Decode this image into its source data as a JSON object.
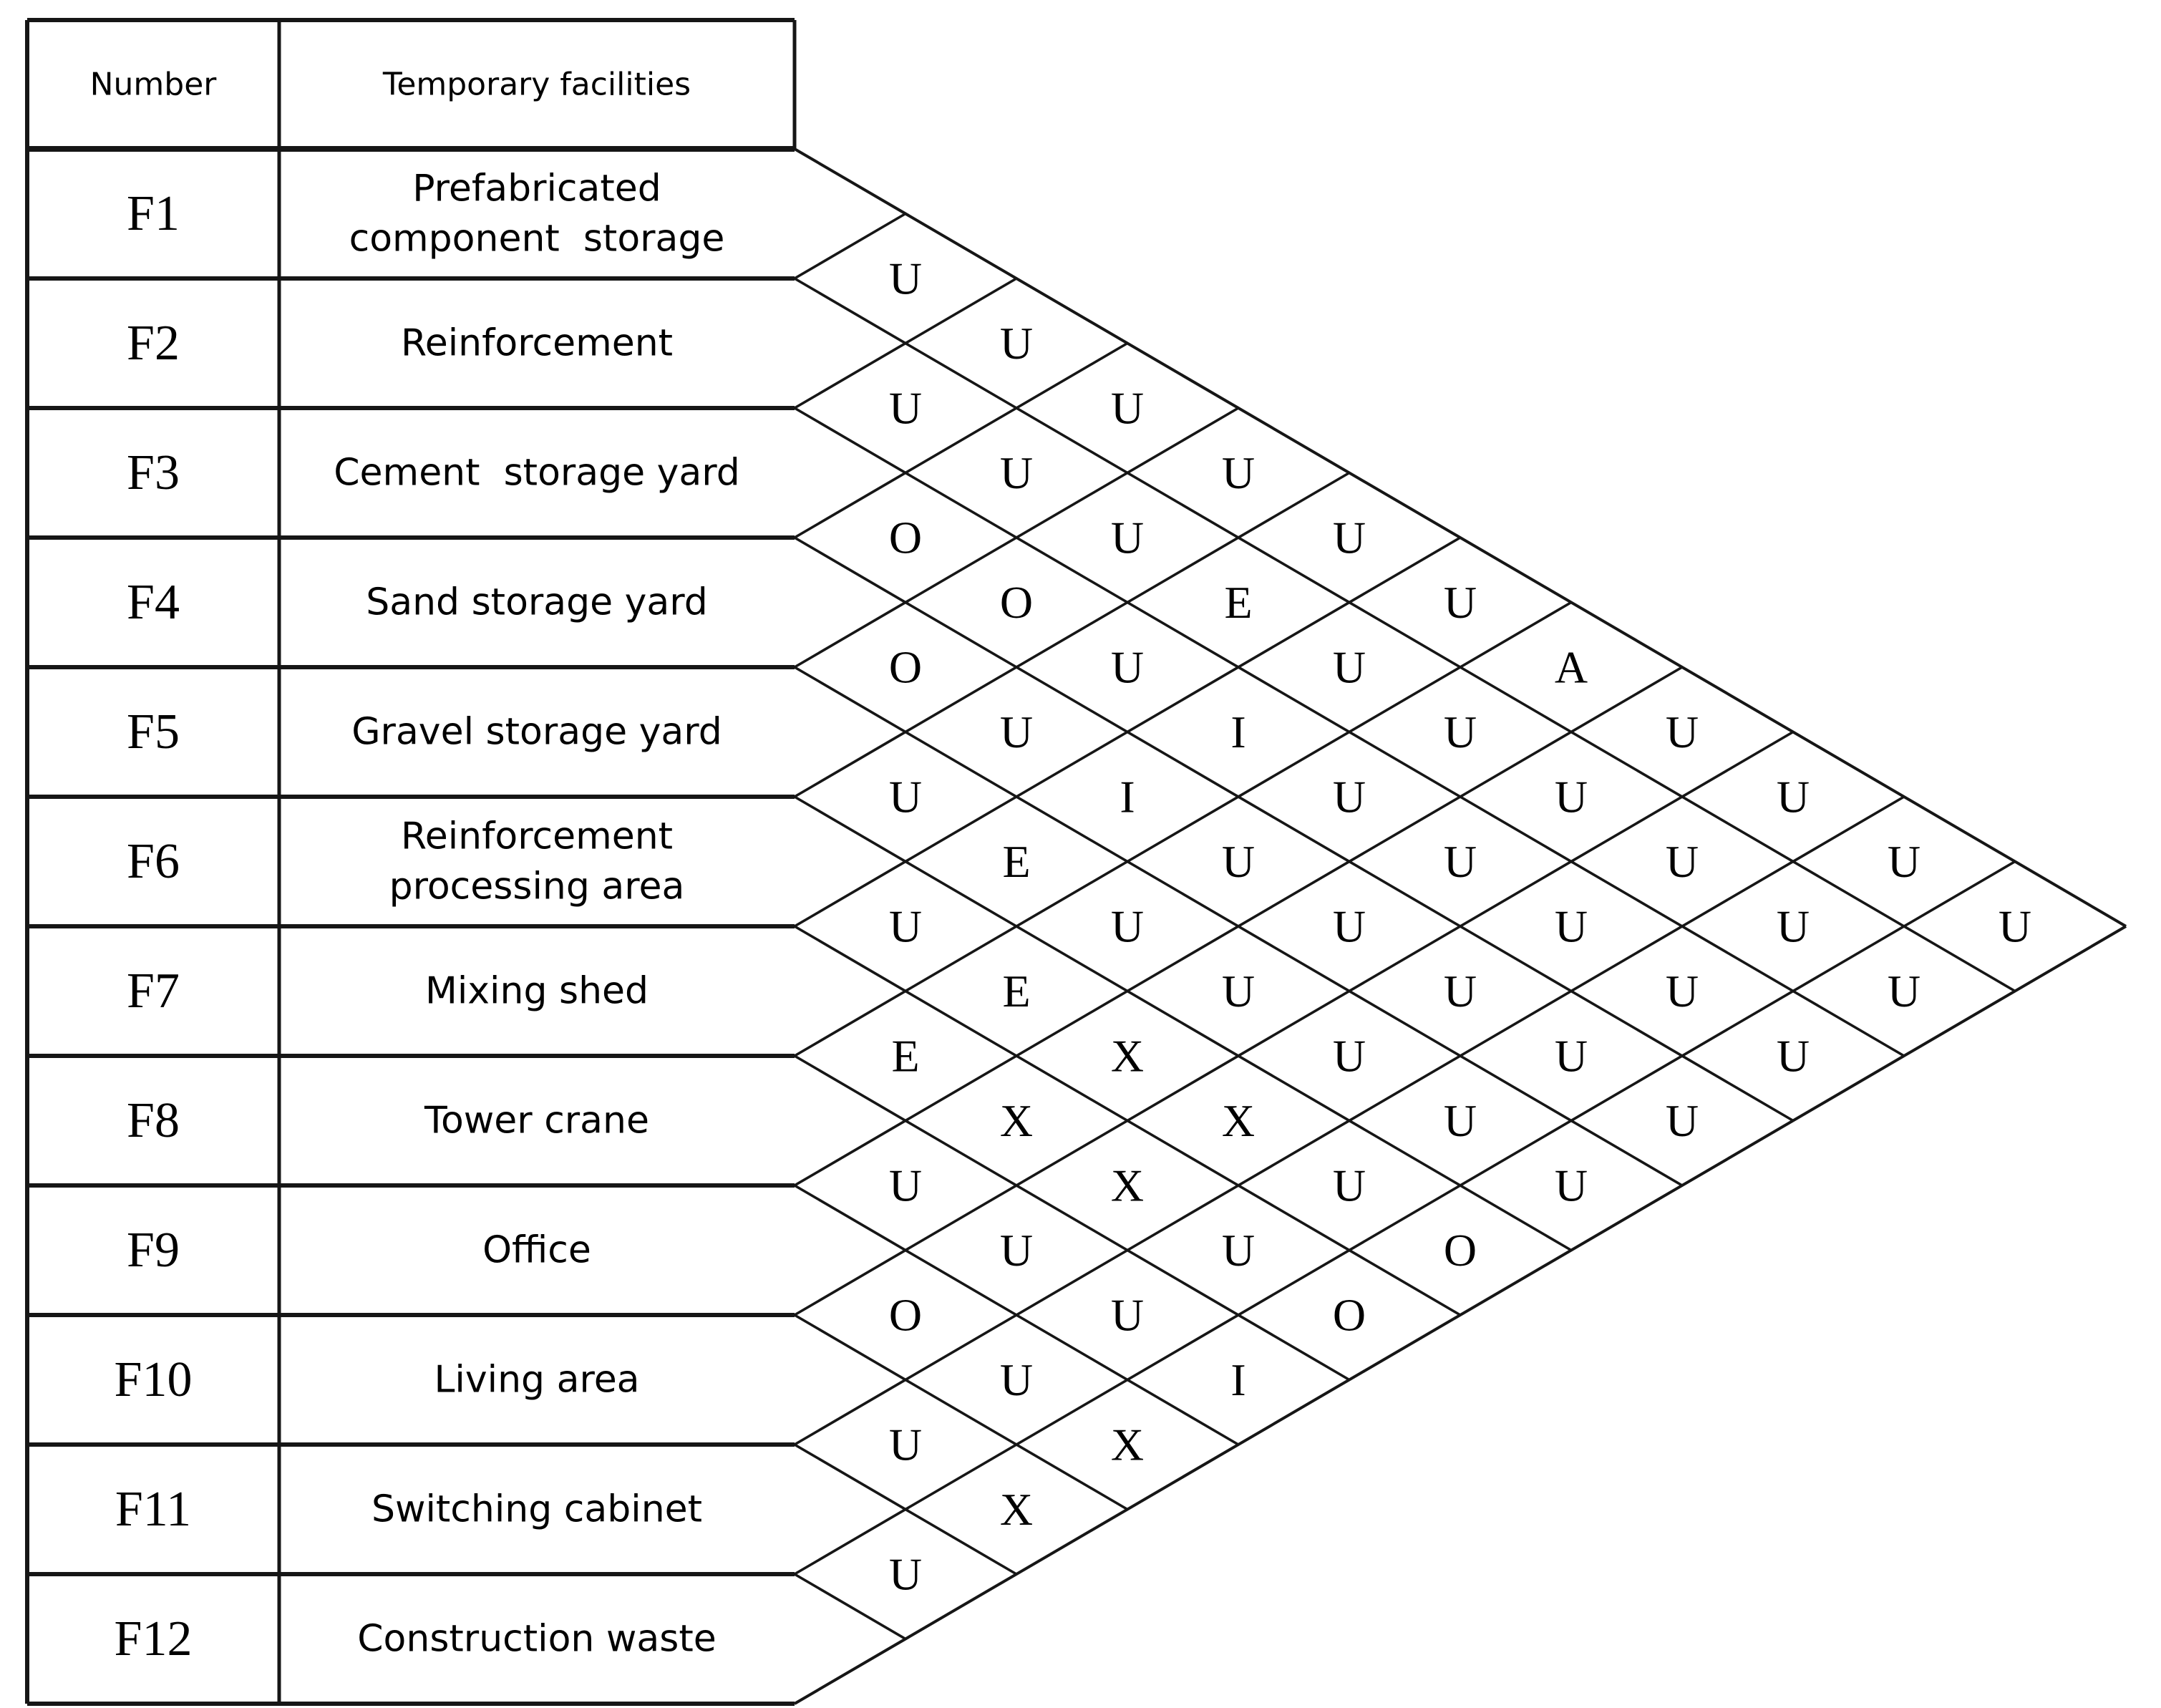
{
  "diagram": {
    "kind": "activity-relationship-chart",
    "header": {
      "col_number": "Number",
      "col_facilities": "Temporary facilities"
    }
  },
  "table": {
    "headers": [
      "Number",
      "Temporary facilities"
    ],
    "rows": [
      {
        "number": "F1",
        "name_lines": [
          "Prefabricated",
          "component  storage"
        ]
      },
      {
        "number": "F2",
        "name_lines": [
          "Reinforcement"
        ]
      },
      {
        "number": "F3",
        "name_lines": [
          "Cement  storage yard"
        ]
      },
      {
        "number": "F4",
        "name_lines": [
          "Sand storage yard"
        ]
      },
      {
        "number": "F5",
        "name_lines": [
          "Gravel storage yard"
        ]
      },
      {
        "number": "F6",
        "name_lines": [
          "Reinforcement",
          "processing area"
        ]
      },
      {
        "number": "F7",
        "name_lines": [
          "Mixing shed"
        ]
      },
      {
        "number": "F8",
        "name_lines": [
          "Tower crane"
        ]
      },
      {
        "number": "F9",
        "name_lines": [
          "Office"
        ]
      },
      {
        "number": "F10",
        "name_lines": [
          "Living area"
        ]
      },
      {
        "number": "F11",
        "name_lines": [
          "Switching cabinet"
        ]
      },
      {
        "number": "F12",
        "name_lines": [
          "Construction waste"
        ]
      }
    ]
  },
  "relationship_matrix": {
    "note": "letters[k] is the closeness rating between facility 'from' and facility F(i+1+k)",
    "codes_visible": [
      "A",
      "E",
      "I",
      "O",
      "U",
      "X"
    ],
    "rows": [
      {
        "from": "F1",
        "letters": [
          "U",
          "U",
          "U",
          "U",
          "U",
          "U",
          "A",
          "U",
          "U",
          "U",
          "U"
        ]
      },
      {
        "from": "F2",
        "letters": [
          "U",
          "U",
          "U",
          "E",
          "U",
          "U",
          "U",
          "U",
          "U",
          "U"
        ]
      },
      {
        "from": "F3",
        "letters": [
          "O",
          "O",
          "U",
          "I",
          "U",
          "U",
          "U",
          "U",
          "U"
        ]
      },
      {
        "from": "F4",
        "letters": [
          "O",
          "U",
          "I",
          "U",
          "U",
          "U",
          "U",
          "U"
        ]
      },
      {
        "from": "F5",
        "letters": [
          "U",
          "E",
          "U",
          "U",
          "U",
          "U",
          "U"
        ]
      },
      {
        "from": "F6",
        "letters": [
          "U",
          "E",
          "X",
          "X",
          "U",
          "O"
        ]
      },
      {
        "from": "F7",
        "letters": [
          "E",
          "X",
          "X",
          "U",
          "O"
        ]
      },
      {
        "from": "F8",
        "letters": [
          "U",
          "U",
          "U",
          "I"
        ]
      },
      {
        "from": "F9",
        "letters": [
          "O",
          "U",
          "X"
        ]
      },
      {
        "from": "F10",
        "letters": [
          "U",
          "X"
        ]
      },
      {
        "from": "F11",
        "letters": [
          "U"
        ]
      }
    ]
  },
  "colors": {
    "background": "#ffffff",
    "line": "#161616",
    "text": "#000000"
  }
}
